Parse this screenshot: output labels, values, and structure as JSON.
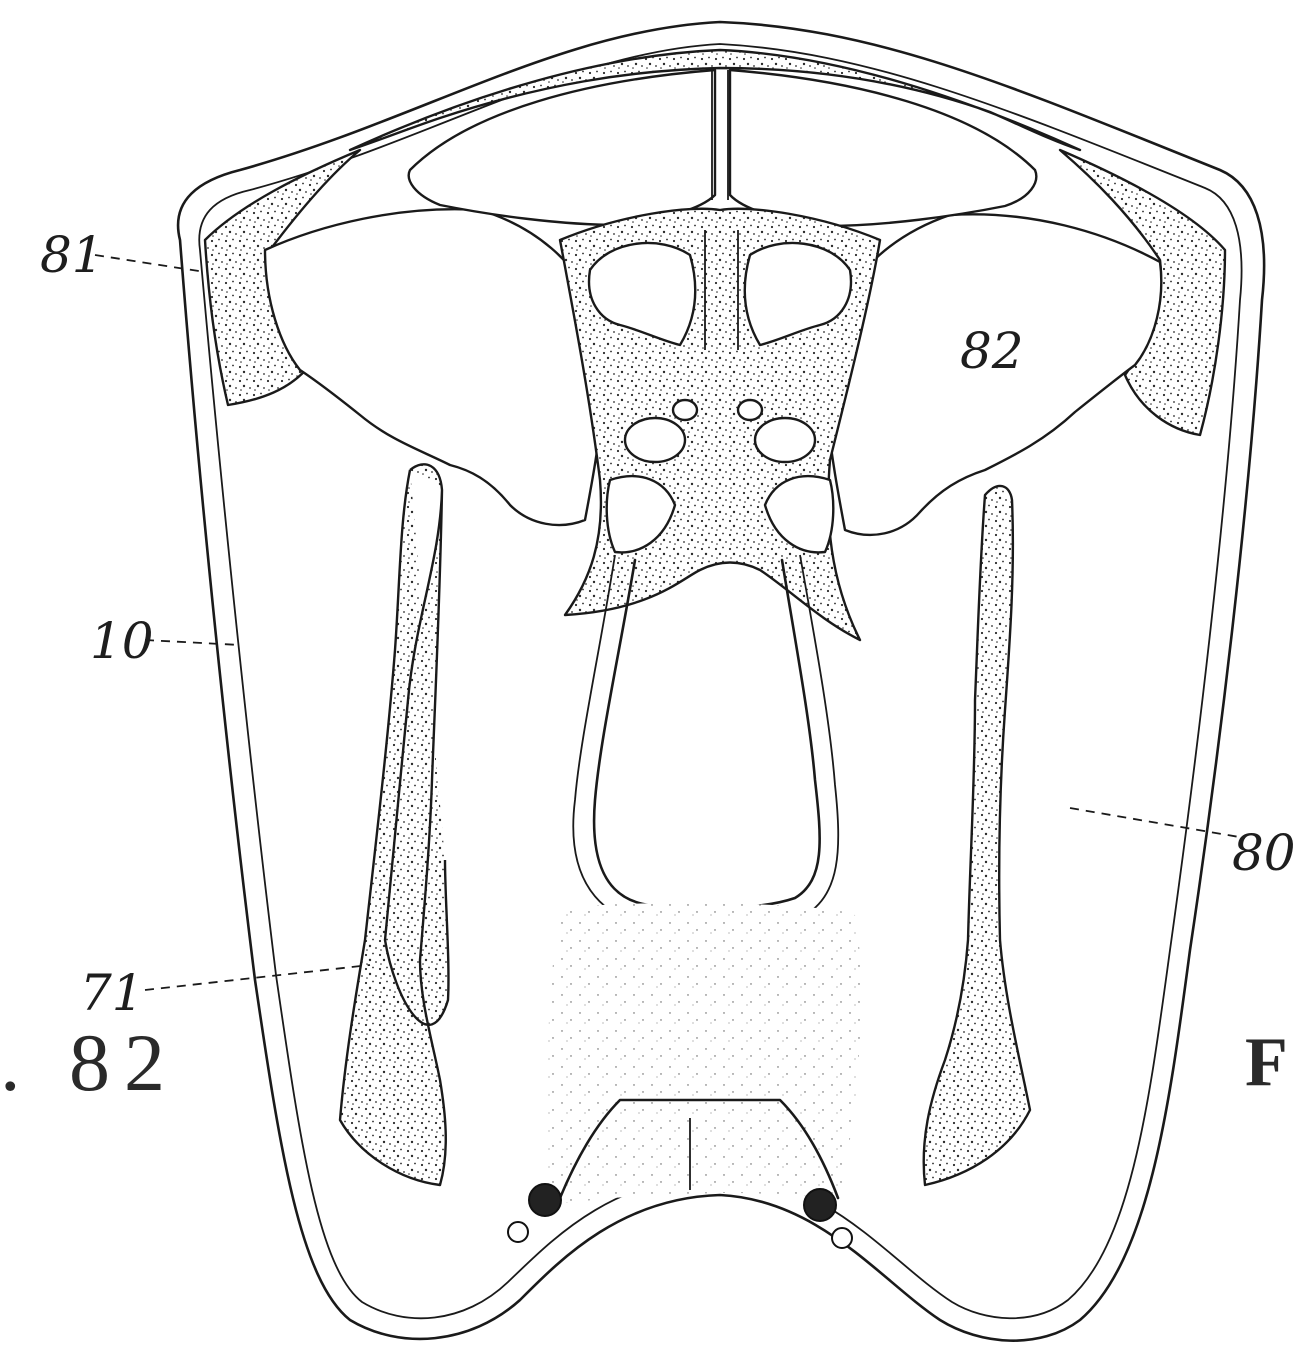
{
  "figure": {
    "figure_label": ". 82",
    "cut_letter": "F",
    "labels": {
      "l81": "81",
      "l82": "82",
      "l10": "10",
      "l71": "71",
      "l80": "80"
    }
  }
}
